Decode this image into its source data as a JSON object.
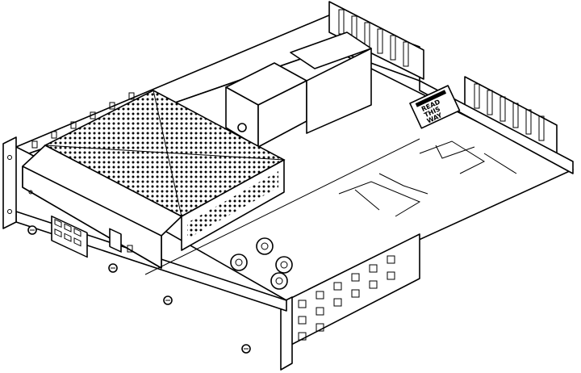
{
  "diagram": {
    "label_read_line1": "READ",
    "label_read_line2": "THIS",
    "label_read_line3": "WAY",
    "colors": {
      "line": "#000000",
      "background": "#ffffff"
    }
  }
}
